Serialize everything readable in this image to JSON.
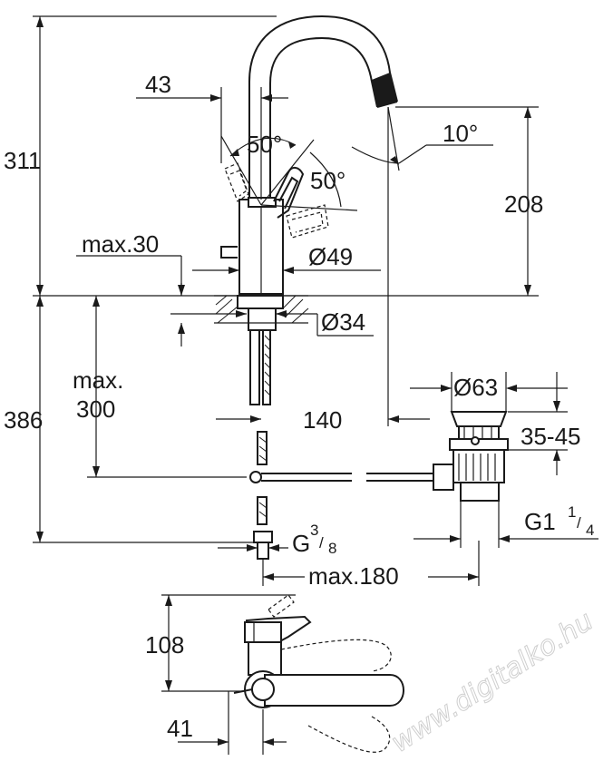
{
  "dimensions": {
    "height_upper": "311",
    "height_lower": "386",
    "spout_height": "208",
    "lever_offset": "43",
    "angle_left": "50°",
    "angle_right": "50°",
    "spout_angle": "10°",
    "max_deck": "max.30",
    "body_diameter": "Ø49",
    "hole_diameter": "Ø34",
    "max_hose_line1": "max.",
    "max_hose_line2": "300",
    "projection": "140",
    "waste_diameter": "Ø63",
    "waste_range": "35-45",
    "connection_thread": "G",
    "connection_sup": "3",
    "connection_sub": "8",
    "waste_thread": "G1",
    "waste_sup": "1",
    "waste_sub": "4",
    "max_pull": "max.180",
    "top_view_depth": "108",
    "top_view_offset": "41"
  },
  "watermark": "www.digitalko.hu"
}
